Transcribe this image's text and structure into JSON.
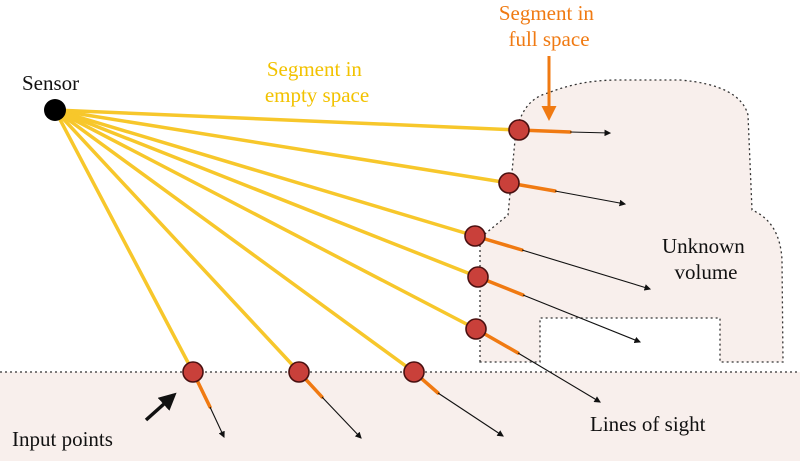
{
  "labels": {
    "sensor": "Sensor",
    "empty_segment": [
      "Segment in",
      "empty space"
    ],
    "full_segment": [
      "Segment in",
      "full space"
    ],
    "unknown_volume": [
      "Unknown",
      "volume"
    ],
    "input_points": "Input points",
    "lines_of_sight": "Lines of sight"
  },
  "colors": {
    "empty_segment": "#f7c72b",
    "full_segment": "#f07a12",
    "point_fill": "#c9403a",
    "point_stroke": "#4a1010",
    "sensor": "#000000",
    "volume_fill": "#f8efec",
    "ground_fill": "#f8efec",
    "line_of_sight": "#111111"
  }
}
